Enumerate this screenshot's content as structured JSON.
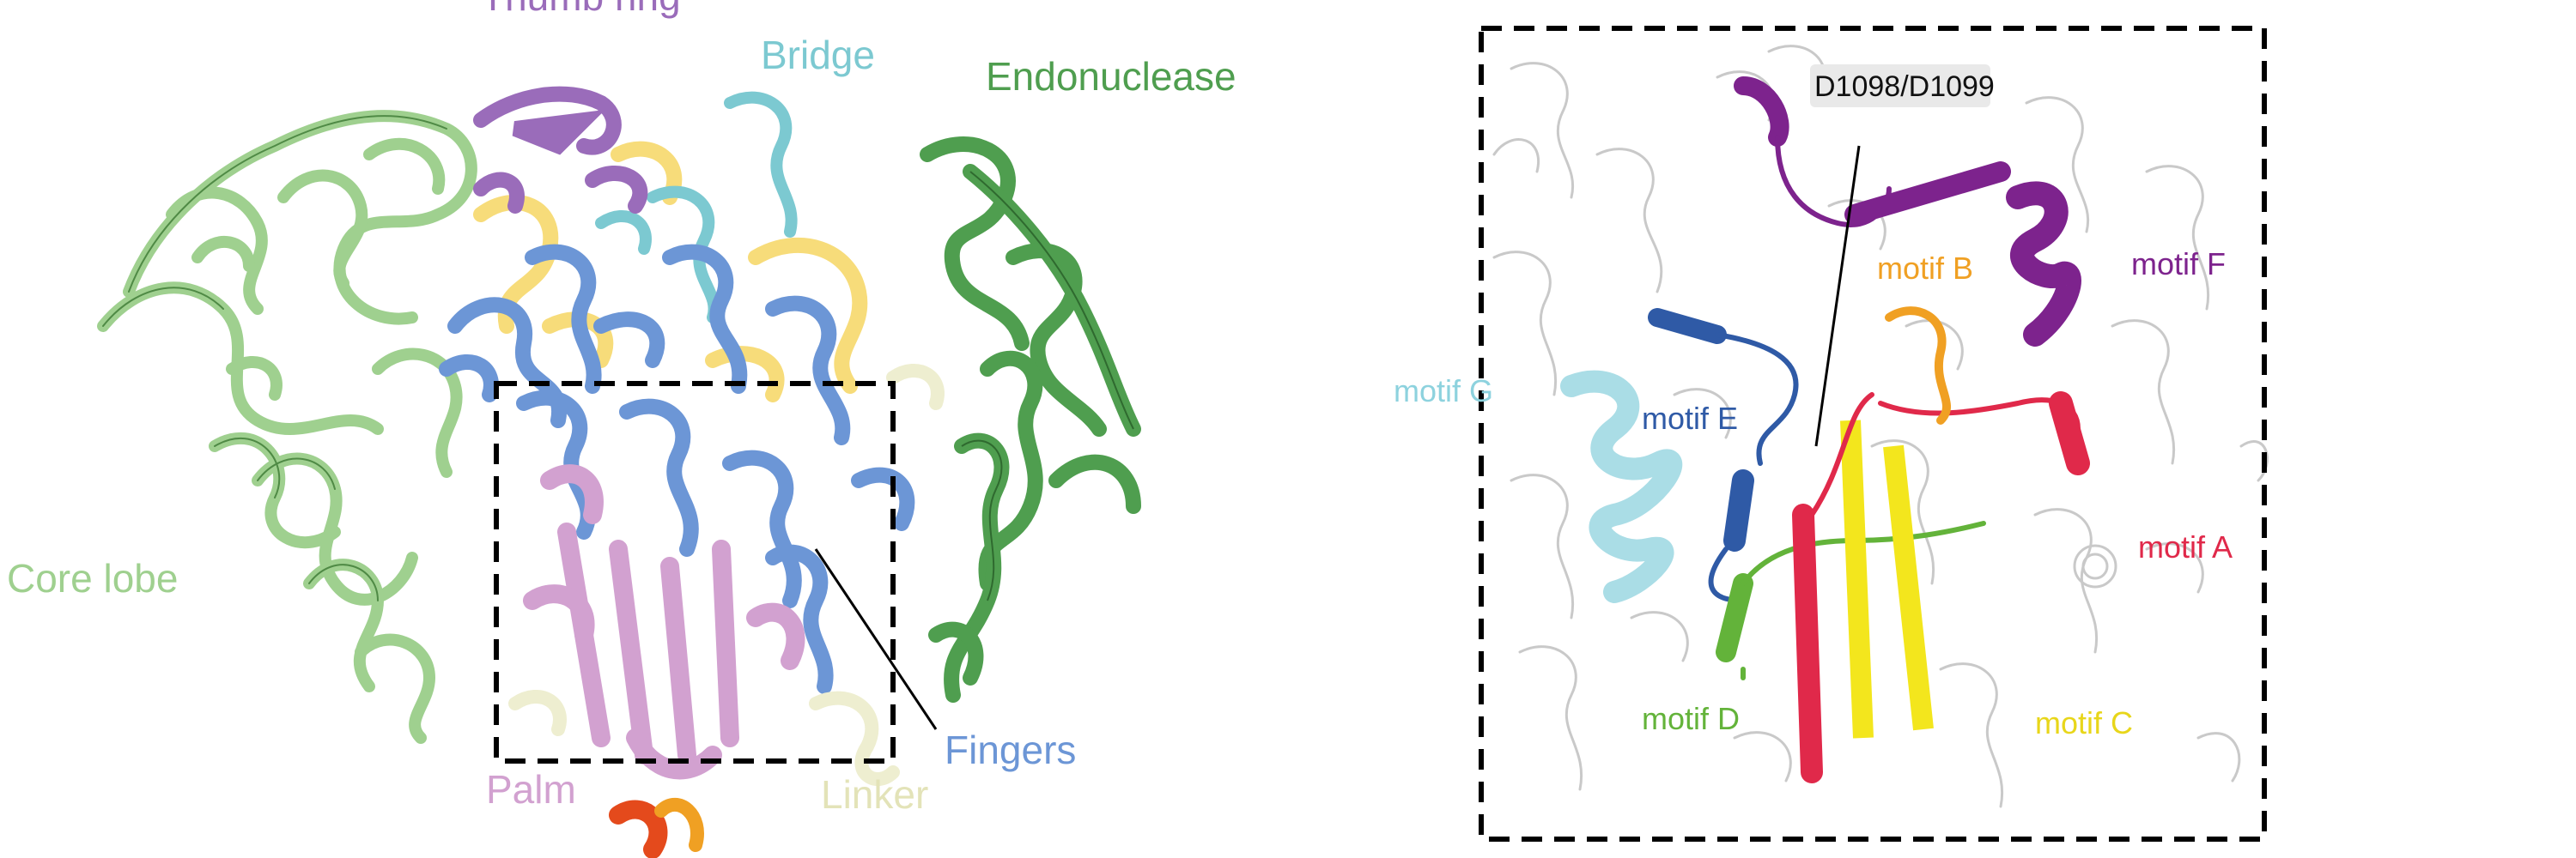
{
  "overview": {
    "labels": {
      "thumb_ring": "Thumb ring",
      "bridge": "Bridge",
      "endonuclease": "Endonuclease",
      "core_lobe": "Core lobe",
      "fingers": "Fingers",
      "palm": "Palm",
      "linker": "Linker"
    }
  },
  "zoom": {
    "residue_label": "D1098/D1099",
    "motifs": {
      "a": "motif A",
      "b": "motif B",
      "c": "motif C",
      "d": "motif D",
      "e": "motif E",
      "f": "motif F",
      "g": "motif G"
    }
  },
  "colors": {
    "core_lobe": "#9fd08f",
    "core_lobe_dark": "#4f8a45",
    "endonuclease": "#4f9e4f",
    "endonuclease_dark": "#2f6a2f",
    "thumb_ring": "#9a6cba",
    "bridge": "#7cc9d1",
    "fingers": "#6c96d6",
    "palm": "#d2a1d0",
    "linker": "#eeeed0",
    "yellow_domain": "#f7dc7a",
    "motif_a": "#e0294a",
    "motif_b": "#f0a023",
    "motif_c": "#f3e61d",
    "motif_d": "#63b33a",
    "motif_e": "#2f5aa6",
    "motif_f": "#7d238d",
    "motif_g": "#8dd2de",
    "zoom_cartoon": "#d6d6d6"
  }
}
